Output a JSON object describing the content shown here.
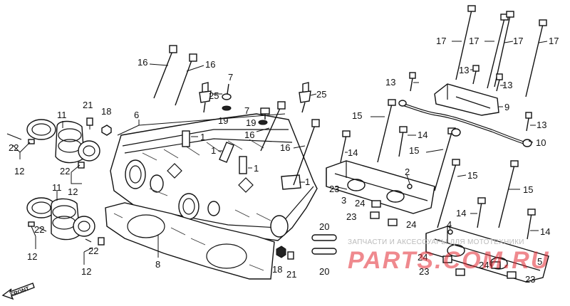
{
  "watermark": {
    "caption": "ЗАПЧАСТИ И АКСЕССУАРЫ ДЛЯ МОТОТЕХНИКИ",
    "brand": "PARTS.COM.RU"
  },
  "front_marker": "FRONT",
  "callouts": {
    "c1a": "1",
    "c1b": "1",
    "c1c": "1",
    "c1d": "1",
    "c2": "2",
    "c3": "3",
    "c4": "4",
    "c5": "5",
    "c6": "6",
    "c7a": "7",
    "c7b": "7",
    "c8": "8",
    "c9": "9",
    "c10": "10",
    "c11a": "11",
    "c11b": "11",
    "c12a": "12",
    "c12b": "12",
    "c12c": "12",
    "c12d": "12",
    "c13a": "13",
    "c13b": "13",
    "c13c": "13",
    "c13d": "13",
    "c14a": "14",
    "c14b": "14",
    "c14c": "14",
    "c14d": "14",
    "c15a": "15",
    "c15b": "15",
    "c15c": "15",
    "c15d": "15",
    "c16a": "16",
    "c16b": "16",
    "c16c": "16",
    "c16d": "16",
    "c17a": "17",
    "c17b": "17",
    "c17c": "17",
    "c17d": "17",
    "c18a": "18",
    "c18b": "18",
    "c19a": "19",
    "c19b": "19",
    "c20a": "20",
    "c20b": "20",
    "c21a": "21",
    "c21b": "21",
    "c22a": "22",
    "c22b": "22",
    "c22c": "22",
    "c22d": "22",
    "c23a": "23",
    "c23b": "23",
    "c23c": "23",
    "c23d": "23",
    "c24a": "24",
    "c24b": "24",
    "c24c": "24",
    "c24d": "24",
    "c25a": "25",
    "c25b": "25"
  }
}
